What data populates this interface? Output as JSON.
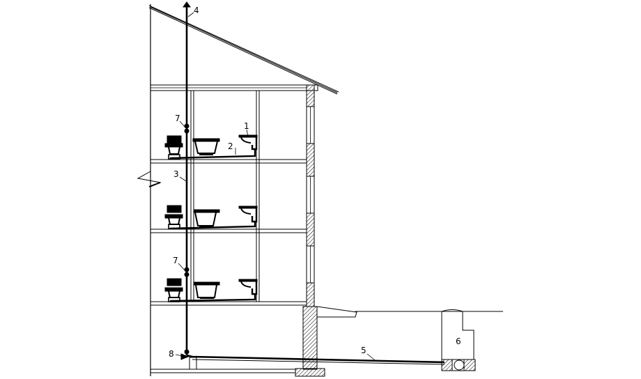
{
  "diagram": {
    "labels": {
      "sink": "1",
      "branch_pipe": "2",
      "riser": "3",
      "vent_pipe": "4",
      "outlet_pipe": "5",
      "manhole": "6",
      "cleanout_upper": "7",
      "cleanout_lower": "7",
      "inspection": "8"
    },
    "colors": {
      "line": "#000000",
      "hatch": "#000000",
      "background": "#ffffff"
    },
    "floors": [
      {
        "fixtures": [
          "toilet",
          "bathtub",
          "sink"
        ]
      },
      {
        "fixtures": [
          "toilet",
          "bathtub",
          "sink"
        ]
      },
      {
        "fixtures": [
          "toilet",
          "bathtub",
          "sink"
        ]
      }
    ]
  }
}
